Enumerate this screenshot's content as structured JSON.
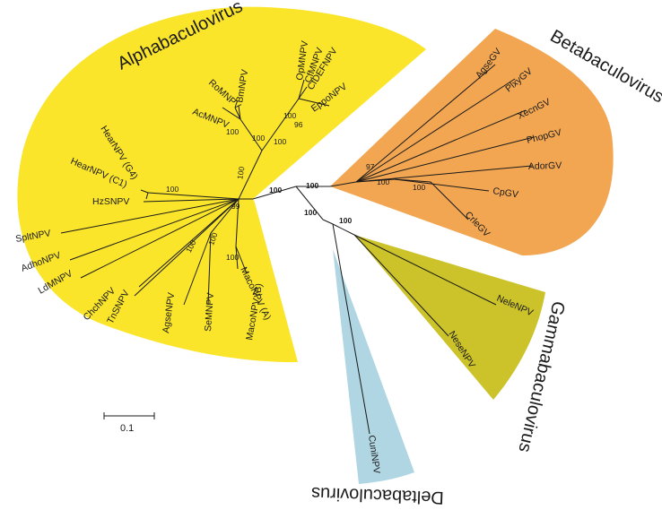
{
  "genera": {
    "alpha": {
      "name": "Alphabaculovirus",
      "color": "#fae52a"
    },
    "beta": {
      "name": "Betabaculovirus",
      "color": "#f2a652"
    },
    "gamma": {
      "name": "Gammabaculovirus",
      "color": "#ccc32a"
    },
    "delta": {
      "name": "Deltabaculovirus",
      "color": "#afd6e2"
    }
  },
  "taxa": {
    "agse_gv": "AgseGV",
    "plxy_gv": "PlxyGV",
    "xecn_gv": "XecnGV",
    "phop_gv": "PhopGV",
    "ador_gv": "AdorGV",
    "cp_gv": "CpGV",
    "crle_gv": "CrleGV",
    "nele_npv": "NeleNPV",
    "nese_npv": "NeseNPV",
    "cuni_npv": "CuniNPV",
    "op_mnpv": "OpMNPV",
    "cf_mnpv": "CfMNPV",
    "cf_defnpv": "CfDEFNPV",
    "eppo_npv": "EppoNPV",
    "bm_npv": "BmNPV",
    "ro_mnpv": "RoMNPV",
    "ac_mnpv": "AcMNPV",
    "hear_npv_g4": "HearNPV (G4)",
    "hear_npv_c1": "HearNPV (C1)",
    "hz_snpv": "HzSNPV",
    "splt_npv": "SpltNPV",
    "adho_npv": "AdhoNPV",
    "ld_mnpv": "LdMNPV",
    "chch_npv": "ChchNPV",
    "tn_snpv": "TnSNPV",
    "agse_npv": "AgseNPV",
    "se_mnpv": "SeMNPV",
    "maco_npv_b": "MacoNPV (B)",
    "maco_npv_a": "MacoNPV (A)"
  },
  "bootstrap": {
    "b100_root_a": "100",
    "b100_root_b": "100",
    "b100_beta_a": "100",
    "b100_beta_b": "100",
    "b97": "97",
    "b100_gd": "100",
    "b100_gamma": "100",
    "b100_op": "100",
    "b96": "96",
    "b100_group1": "100",
    "b100_ac": "100",
    "b100_bm": "100",
    "b100_alpha": "100",
    "b100_hear": "100",
    "b99": "99",
    "b100_se": "100",
    "b100_maco": "100",
    "b100_tn": "100"
  },
  "scale_bar": {
    "label": "0.1"
  }
}
